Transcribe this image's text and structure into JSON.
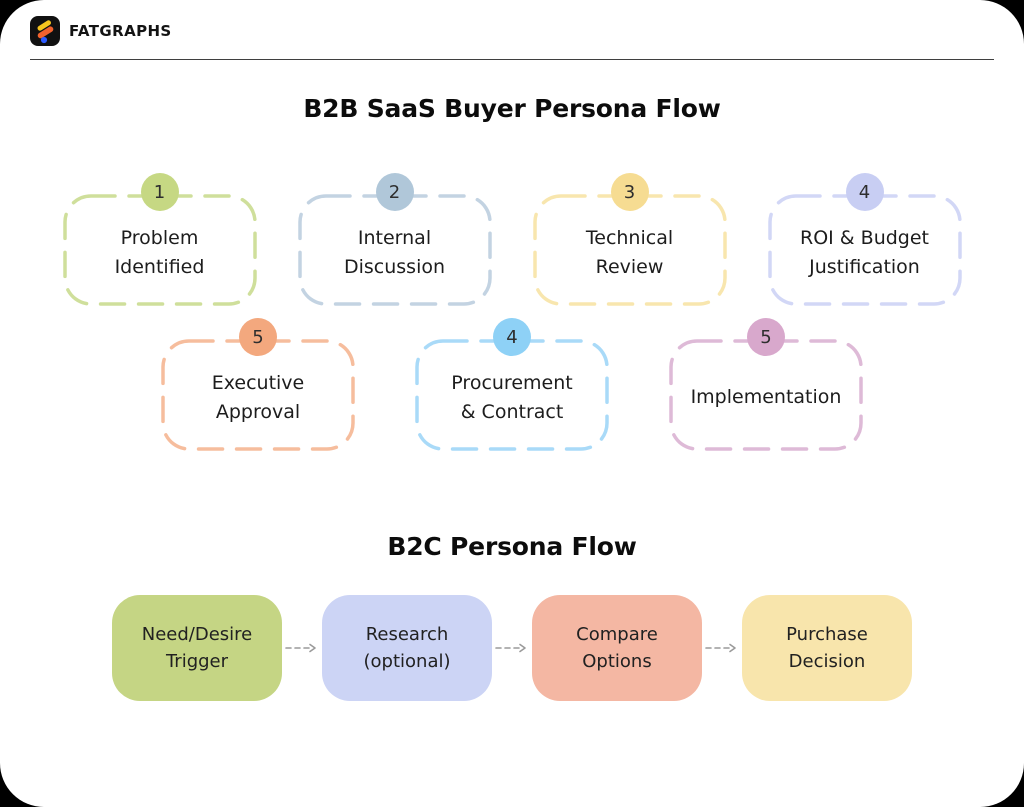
{
  "brand": {
    "name": "FATGRAPHS"
  },
  "b2b": {
    "title": "B2B SaaS Buyer Persona Flow",
    "rows": [
      [
        {
          "number": "1",
          "label": "Problem\nIdentified",
          "badge_color": "#c6d883",
          "border_color": "#cfdf9b"
        },
        {
          "number": "2",
          "label": "Internal\nDiscussion",
          "badge_color": "#b0c7d9",
          "border_color": "#c3d3e2"
        },
        {
          "number": "3",
          "label": "Technical\nReview",
          "badge_color": "#f6dc92",
          "border_color": "#f8e6ae"
        },
        {
          "number": "4",
          "label": "ROI & Budget\nJustification",
          "badge_color": "#c8cef3",
          "border_color": "#d2d7f6"
        }
      ],
      [
        {
          "number": "5",
          "label": "Executive\nApproval",
          "badge_color": "#f3a87e",
          "border_color": "#f6bd9d"
        },
        {
          "number": "4",
          "label": "Procurement\n& Contract",
          "badge_color": "#8ed1f6",
          "border_color": "#a9daf8"
        },
        {
          "number": "5",
          "label": "Implementation",
          "badge_color": "#d8a8cc",
          "border_color": "#debad7"
        }
      ]
    ]
  },
  "b2c": {
    "title": "B2C Persona Flow",
    "arrow_color": "#9a9a9a",
    "steps": [
      {
        "label": "Need/Desire\nTrigger",
        "bg_color": "#c5d584"
      },
      {
        "label": "Research\n(optional)",
        "bg_color": "#ccd4f5"
      },
      {
        "label": "Compare\nOptions",
        "bg_color": "#f4b7a3"
      },
      {
        "label": "Purchase\nDecision",
        "bg_color": "#f8e5ac"
      }
    ]
  },
  "logo_colors": {
    "tile": "#111111",
    "bar_top": "#f6c51e",
    "bar_mid": "#f2622e",
    "dot": "#2d5bff"
  }
}
